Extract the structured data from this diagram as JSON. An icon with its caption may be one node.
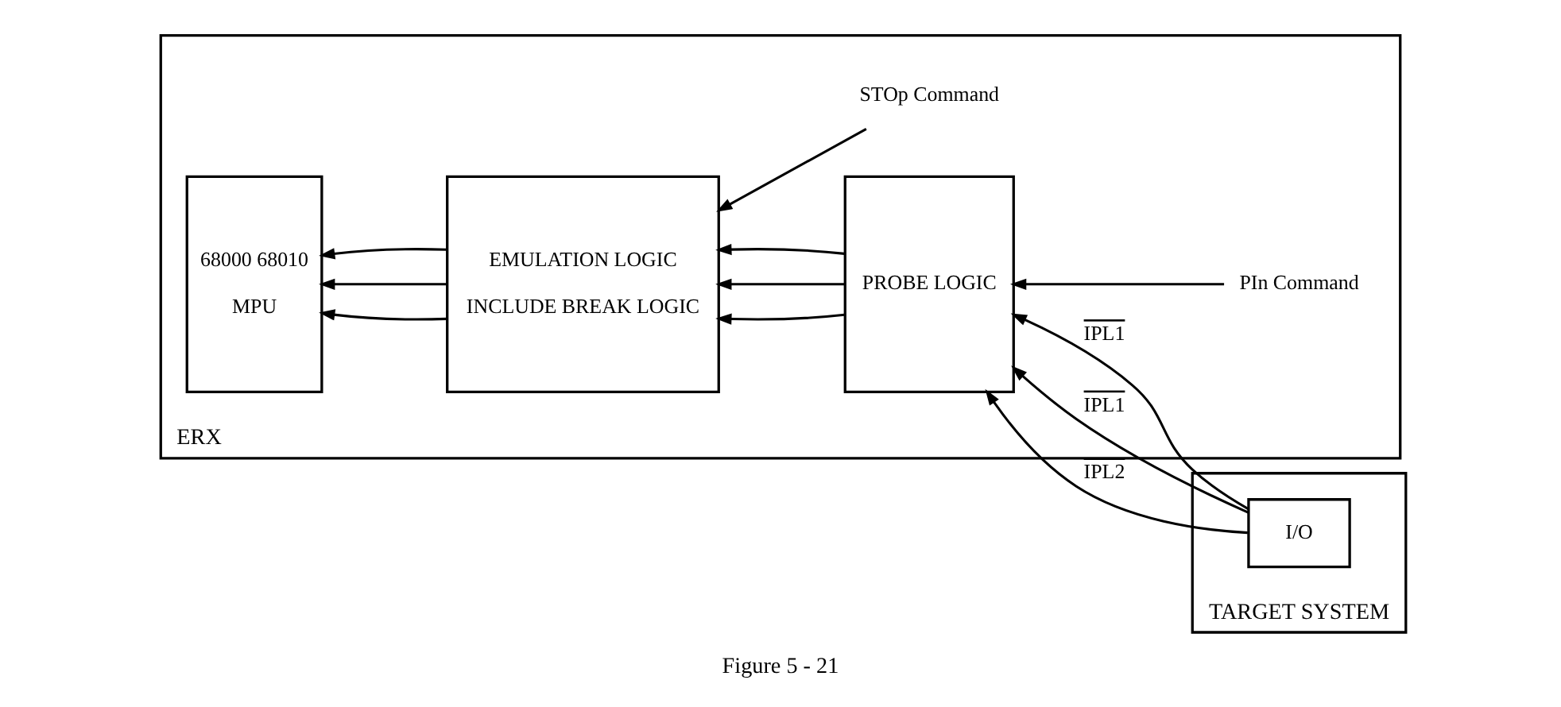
{
  "diagram": {
    "caption": "Figure 5 - 21",
    "nodes": [
      {
        "text": [
          "ERX"
        ]
      },
      {
        "text": [
          "68000 68010",
          "MPU"
        ],
        "in": 0
      },
      {
        "text": [
          "EMULATION LOGIC",
          "INCLUDE BREAK LOGIC"
        ],
        "in": 0
      },
      {
        "text": [
          "PROBE LOGIC"
        ],
        "in": 0
      },
      {
        "text": [
          "STOp Command"
        ],
        "in": 0
      },
      {
        "text": [
          "PIn Command"
        ],
        "in": 0
      },
      {
        "text": [
          "TARGET SYSTEM"
        ]
      },
      {
        "text": [
          "I/O"
        ],
        "in": 6
      }
    ],
    "edges": [
      {
        "from": 2,
        "to": 1,
        "arrow": "to"
      },
      {
        "from": 2,
        "to": 1,
        "arrow": "to"
      },
      {
        "from": 2,
        "to": 1,
        "arrow": "to"
      },
      {
        "from": 3,
        "to": 2,
        "arrow": "to"
      },
      {
        "from": 3,
        "to": 2,
        "arrow": "to"
      },
      {
        "from": 3,
        "to": 2,
        "arrow": "to"
      },
      {
        "from": 7,
        "to": 3,
        "arrow": "to",
        "label": "IPL1"
      },
      {
        "from": 7,
        "to": 3,
        "arrow": "to",
        "label": "IPL1"
      },
      {
        "from": 7,
        "to": 3,
        "arrow": "to",
        "label": "IPL2"
      },
      {
        "from": 4,
        "to": 2,
        "arrow": "to"
      },
      {
        "from": 5,
        "to": 3,
        "arrow": "to"
      }
    ]
  }
}
